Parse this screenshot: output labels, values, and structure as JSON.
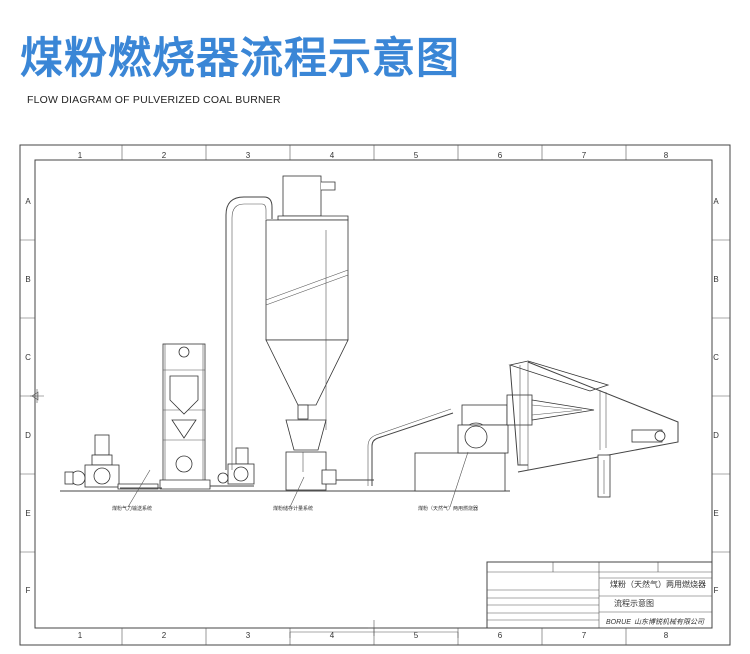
{
  "header": {
    "title": "煤粉燃烧器流程示意图",
    "subtitle": "FLOW DIAGRAM OF PULVERIZED COAL BURNER"
  },
  "drawing": {
    "columns": [
      "1",
      "2",
      "3",
      "4",
      "5",
      "6",
      "7",
      "8"
    ],
    "rows": [
      "A",
      "B",
      "C",
      "D",
      "E",
      "F"
    ],
    "callouts": [
      {
        "label": "煤粉气力输送系统"
      },
      {
        "label": "煤粉储存计量系统"
      },
      {
        "label": "煤粉（天然气）两用燃烧器"
      }
    ],
    "title_block": {
      "product_name": "煤粉（天然气）两用燃烧器",
      "drawing_name": "流程示意图",
      "brand": "BORUE",
      "company": "山东博锐机械有限公司"
    }
  },
  "colors": {
    "title": "#3a86d6",
    "line": "#444444"
  }
}
